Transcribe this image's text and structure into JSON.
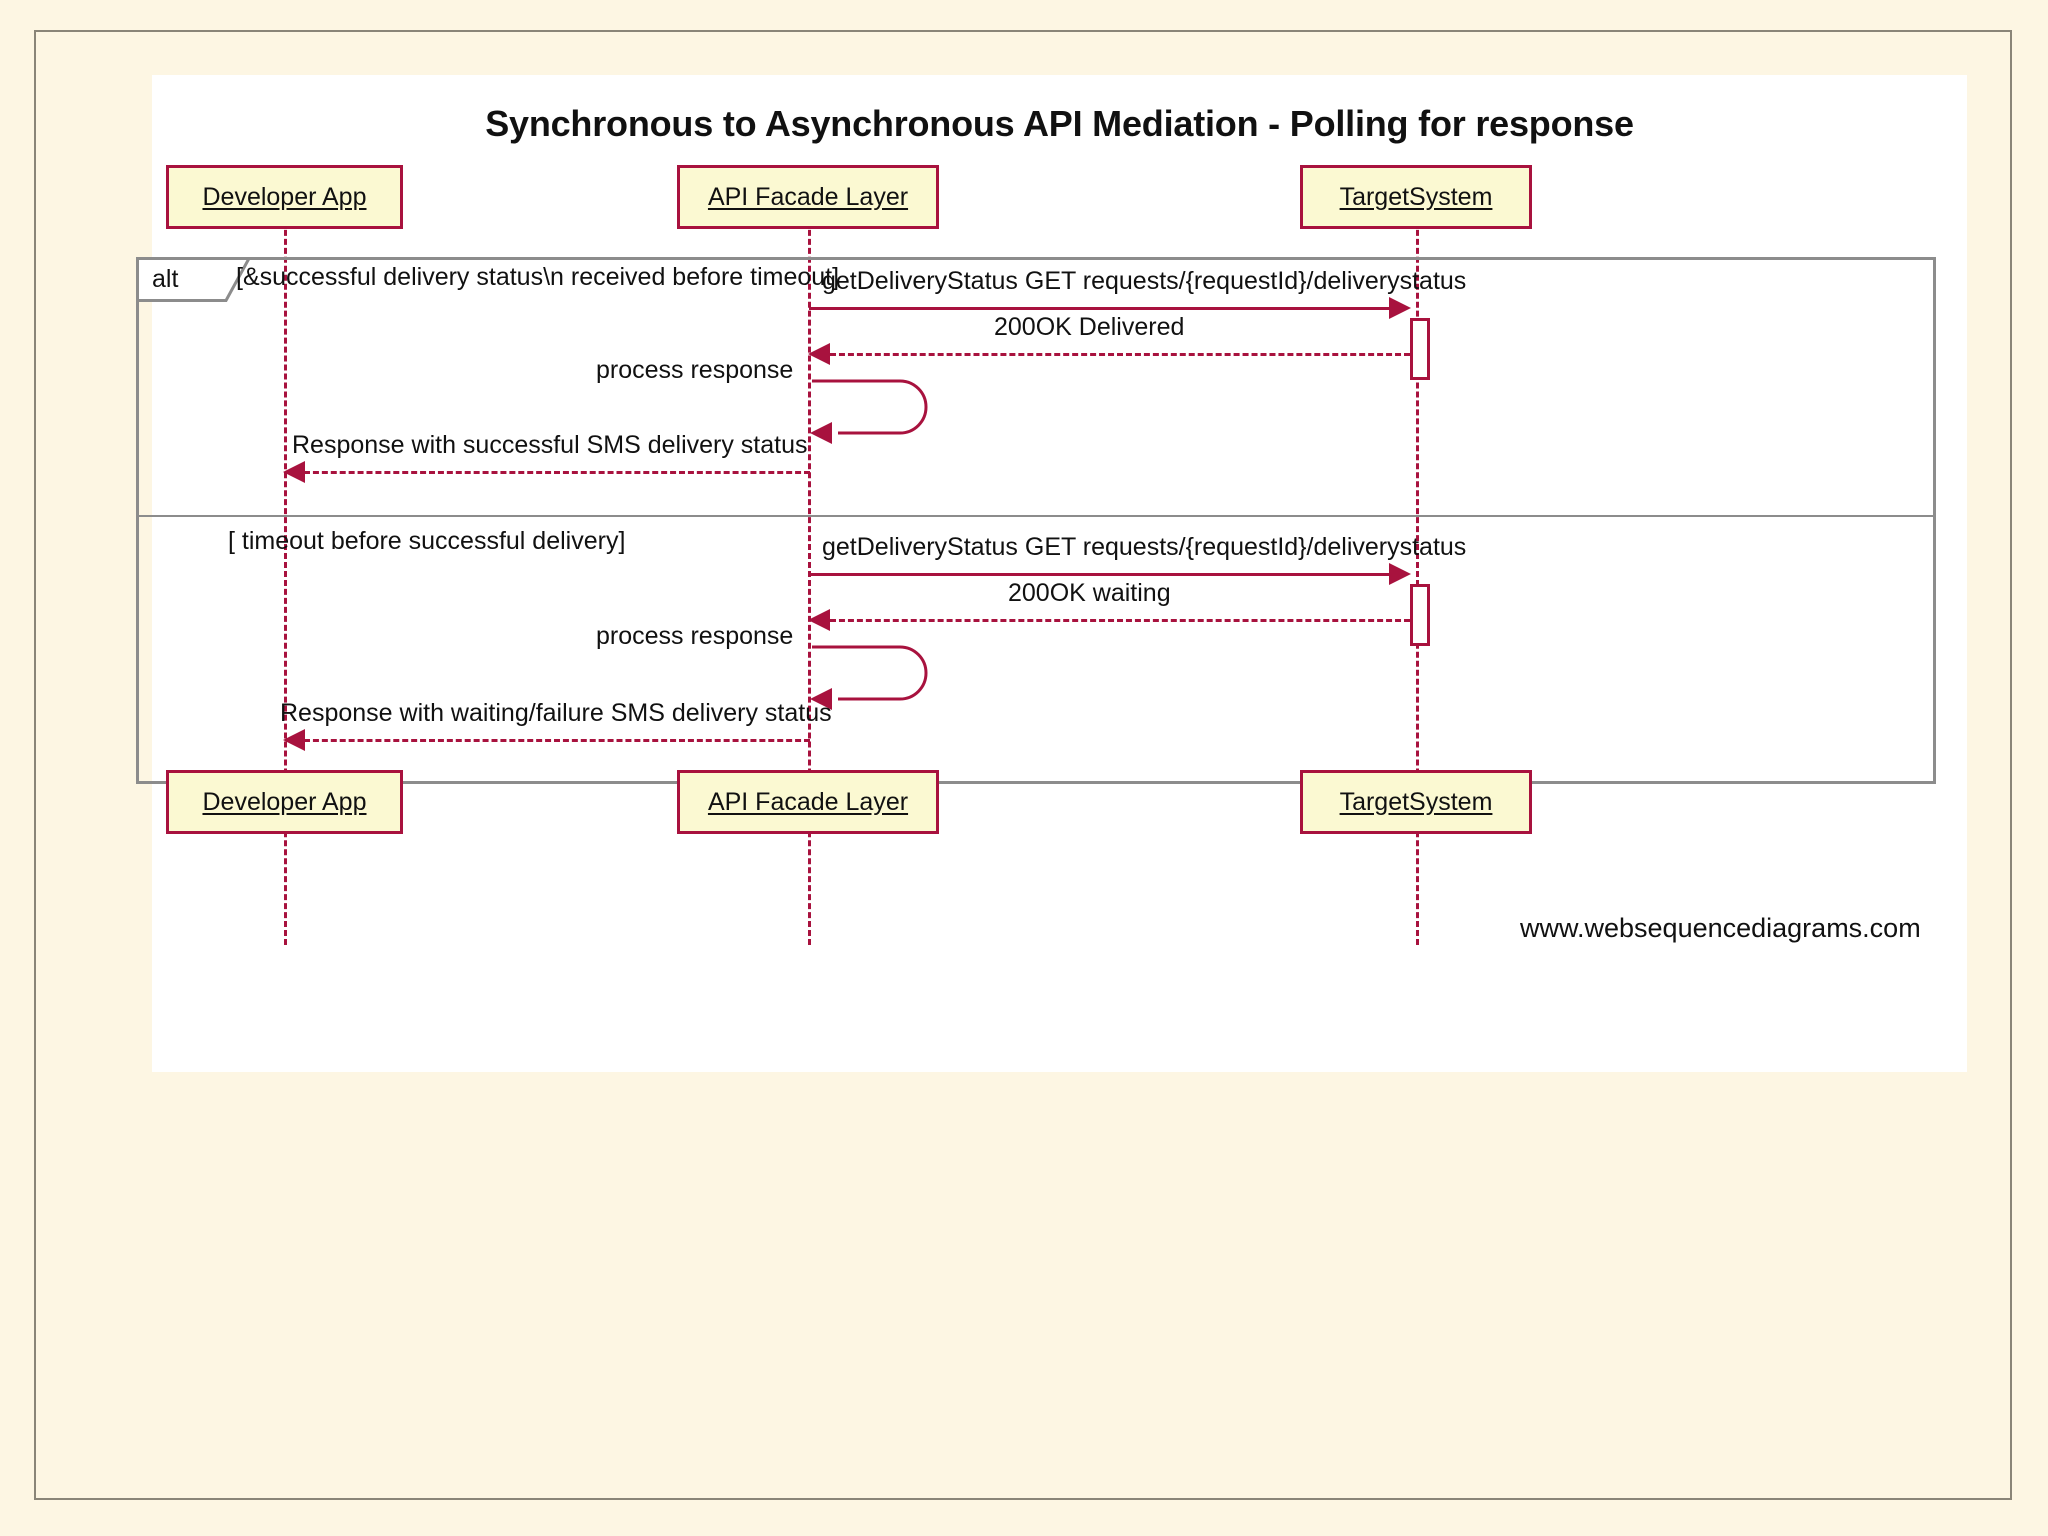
{
  "diagram": {
    "title": "Synchronous to Asynchronous API Mediation - Polling for response",
    "footer_credit": "www.websequencediagrams.com",
    "colors": {
      "page_background": "#fdf6e3",
      "canvas_background": "#ffffff",
      "participant_fill": "#fbf9d2",
      "accent": "#a8123e",
      "frame_gray": "#8c8c8c",
      "text": "#111111"
    }
  },
  "participants": [
    {
      "id": "developer-app",
      "label": "Developer App"
    },
    {
      "id": "api-facade-layer",
      "label": "API Facade Layer"
    },
    {
      "id": "targetsystem",
      "label": "TargetSystem"
    }
  ],
  "participants_bottom": [
    {
      "id": "developer-app",
      "label": "Developer App"
    },
    {
      "id": "api-facade-layer",
      "label": "API Facade Layer"
    },
    {
      "id": "targetsystem",
      "label": "TargetSystem"
    }
  ],
  "alt_fragment": {
    "keyword": "alt",
    "branches": [
      {
        "condition": "[&successful delivery status\\n received before timeout]",
        "messages": [
          {
            "label": "getDeliveryStatus GET requests/{requestId}/deliverystatus",
            "from": "api-facade-layer",
            "to": "targetsystem",
            "style": "solid",
            "direction": "right"
          },
          {
            "label": "200OK Delivered",
            "from": "targetsystem",
            "to": "api-facade-layer",
            "style": "dashed",
            "direction": "left"
          },
          {
            "label": "process response",
            "from": "api-facade-layer",
            "to": "api-facade-layer",
            "style": "self",
            "direction": "left"
          },
          {
            "label": "Response with successful SMS delivery status",
            "from": "api-facade-layer",
            "to": "developer-app",
            "style": "dashed",
            "direction": "left"
          }
        ]
      },
      {
        "condition": "[ timeout before successful delivery]",
        "messages": [
          {
            "label": "getDeliveryStatus GET requests/{requestId}/deliverystatus",
            "from": "api-facade-layer",
            "to": "targetsystem",
            "style": "solid",
            "direction": "right"
          },
          {
            "label": "200OK waiting",
            "from": "targetsystem",
            "to": "api-facade-layer",
            "style": "dashed",
            "direction": "left"
          },
          {
            "label": "process response",
            "from": "api-facade-layer",
            "to": "api-facade-layer",
            "style": "self",
            "direction": "left"
          },
          {
            "label": "Response with waiting/failure SMS delivery status",
            "from": "api-facade-layer",
            "to": "developer-app",
            "style": "dashed",
            "direction": "left"
          }
        ]
      }
    ]
  }
}
